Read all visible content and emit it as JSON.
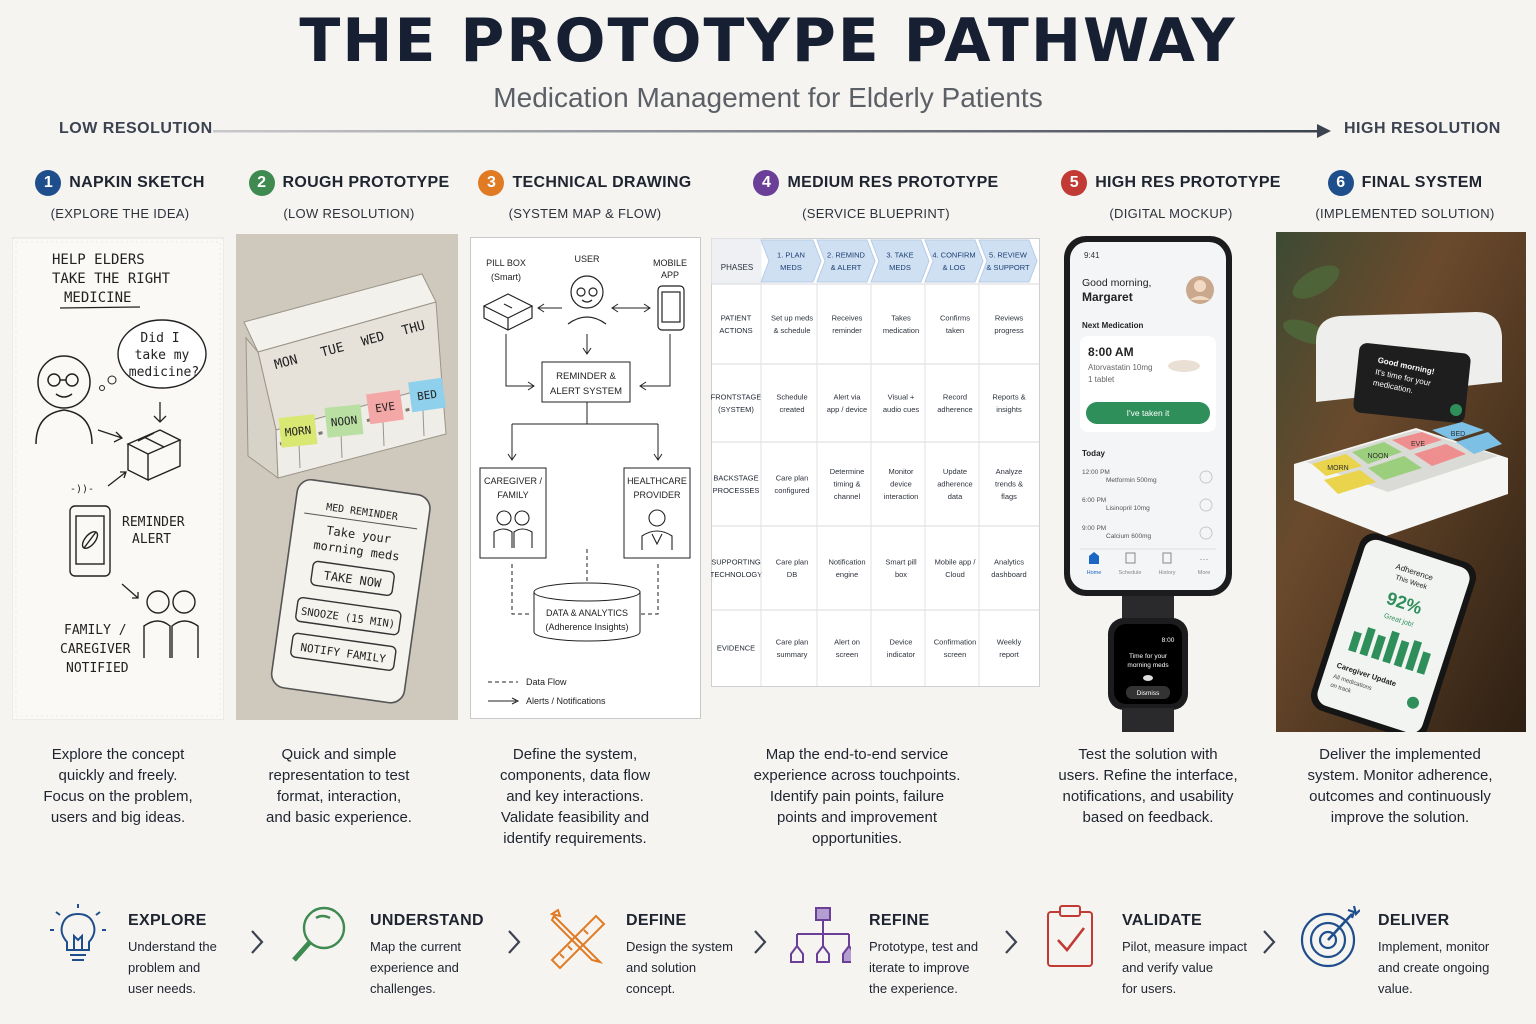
{
  "header": {
    "title": "THE PROTOTYPE PATHWAY",
    "subtitle": "Medication Management for Elderly Patients",
    "low_label": "LOW RESOLUTION",
    "high_label": "HIGH RESOLUTION"
  },
  "stages": [
    {
      "num": "1",
      "title": "NAPKIN SKETCH",
      "sub": "(EXPLORE THE IDEA)",
      "color": "#1f4e8c",
      "desc": [
        "Explore the concept",
        "quickly and freely.",
        "Focus on the problem,",
        "users and big ideas."
      ]
    },
    {
      "num": "2",
      "title": "ROUGH PROTOTYPE",
      "sub": "(LOW RESOLUTION)",
      "color": "#3e8a50",
      "desc": [
        "Quick and simple",
        "representation to test",
        "format, interaction,",
        "and basic experience."
      ]
    },
    {
      "num": "3",
      "title": "TECHNICAL DRAWING",
      "sub": "(SYSTEM MAP & FLOW)",
      "color": "#e07b24",
      "desc": [
        "Define the system,",
        "components, data flow",
        "and key interactions.",
        "Validate feasibility and",
        "identify requirements."
      ]
    },
    {
      "num": "4",
      "title": "MEDIUM RES PROTOTYPE",
      "sub": "(SERVICE BLUEPRINT)",
      "color": "#6b3f97",
      "desc": [
        "Map the end-to-end service",
        "experience across touchpoints.",
        "Identify pain points, failure",
        "points and improvement",
        "opportunities."
      ]
    },
    {
      "num": "5",
      "title": "HIGH RES PROTOTYPE",
      "sub": "(DIGITAL MOCKUP)",
      "color": "#c23a34",
      "desc": [
        "Test the solution with",
        "users. Refine the interface,",
        "notifications, and usability",
        "based on feedback."
      ]
    },
    {
      "num": "6",
      "title": "FINAL SYSTEM",
      "sub": "(IMPLEMENTED SOLUTION)",
      "color": "#1f4e8c",
      "desc": [
        "Deliver the implemented",
        "system. Monitor adherence,",
        "outcomes and continuously",
        "improve the solution."
      ]
    }
  ],
  "napkin": {
    "headline": [
      "HELP ELDERS",
      "TAKE THE RIGHT",
      "MEDICINE"
    ],
    "thought": [
      "Did I",
      "take my",
      "medicine?"
    ],
    "reminder": [
      "REMINDER",
      "ALERT"
    ],
    "family": [
      "FAMILY /",
      "CAREGIVER",
      "NOTIFIED"
    ]
  },
  "rough": {
    "days": [
      "MON",
      "TUE",
      "WED",
      "THU"
    ],
    "slots": [
      "MORN",
      "NOON",
      "EVE",
      "BED"
    ],
    "phone_title": "MED REMINDER",
    "phone_msg": [
      "Take your",
      "morning meds"
    ],
    "buttons": [
      "TAKE NOW",
      "SNOOZE (15 MIN)",
      "NOTIFY FAMILY"
    ]
  },
  "tech": {
    "pillbox": [
      "PILL BOX",
      "(Smart)"
    ],
    "user": "USER",
    "mobile": [
      "MOBILE",
      "APP"
    ],
    "reminder": [
      "REMINDER &",
      "ALERT SYSTEM"
    ],
    "caregiver": [
      "CAREGIVER /",
      "FAMILY"
    ],
    "provider": [
      "HEALTHCARE",
      "PROVIDER"
    ],
    "data": [
      "DATA & ANALYTICS",
      "(Adherence Insights)"
    ],
    "legend_data": "Data Flow",
    "legend_alerts": "Alerts / Notifications"
  },
  "blueprint": {
    "phase_label": "PHASES",
    "phases": [
      [
        "1. PLAN",
        "MEDS"
      ],
      [
        "2. REMIND",
        "& ALERT"
      ],
      [
        "3. TAKE",
        "MEDS"
      ],
      [
        "4. CONFIRM",
        "& LOG"
      ],
      [
        "5. REVIEW",
        "& SUPPORT"
      ]
    ],
    "rows": [
      {
        "label": [
          "PATIENT",
          "ACTIONS"
        ],
        "cells": [
          [
            "Set up meds",
            "& schedule"
          ],
          [
            "Receives",
            "reminder"
          ],
          [
            "Takes",
            "medication"
          ],
          [
            "Confirms",
            "taken"
          ],
          [
            "Reviews",
            "progress"
          ]
        ]
      },
      {
        "label": [
          "FRONTSTAGE",
          "(SYSTEM)"
        ],
        "cells": [
          [
            "Schedule",
            "created"
          ],
          [
            "Alert via",
            "app / device"
          ],
          [
            "Visual +",
            "audio cues"
          ],
          [
            "Record",
            "adherence"
          ],
          [
            "Reports &",
            "insights"
          ]
        ]
      },
      {
        "label": [
          "BACKSTAGE",
          "PROCESSES"
        ],
        "cells": [
          [
            "Care plan",
            "configured"
          ],
          [
            "Determine",
            "timing &",
            "channel"
          ],
          [
            "Monitor",
            "device",
            "interaction"
          ],
          [
            "Update",
            "adherence",
            "data"
          ],
          [
            "Analyze",
            "trends &",
            "flags"
          ]
        ]
      },
      {
        "label": [
          "SUPPORTING",
          "TECHNOLOGY"
        ],
        "cells": [
          [
            "Care plan",
            "DB"
          ],
          [
            "Notification",
            "engine"
          ],
          [
            "Smart pill",
            "box"
          ],
          [
            "Mobile app /",
            "Cloud"
          ],
          [
            "Analytics",
            "dashboard"
          ]
        ]
      },
      {
        "label": [
          "EVIDENCE"
        ],
        "cells": [
          [
            "Care plan",
            "summary"
          ],
          [
            "Alert on",
            "screen"
          ],
          [
            "Device",
            "indicator"
          ],
          [
            "Confirmation",
            "screen"
          ],
          [
            "Weekly",
            "report"
          ]
        ]
      }
    ]
  },
  "mockup": {
    "status_time": "9:41",
    "greeting": "Good morning,",
    "name": "Margaret",
    "next_label": "Next Medication",
    "next_time": "8:00 AM",
    "next_drug": "Atorvastatin 10mg",
    "next_dose": "1 tablet",
    "taken_button": "I've taken it",
    "today_label": "Today",
    "today_items": [
      {
        "time": "12:00 PM",
        "drug": "Metformin 500mg"
      },
      {
        "time": "6:00 PM",
        "drug": "Lisinopril 10mg"
      },
      {
        "time": "9:00 PM",
        "drug": "Calcium 600mg"
      }
    ],
    "nav": [
      "Home",
      "Schedule",
      "History",
      "More"
    ],
    "watch_time": "8:00",
    "watch_msg": [
      "Time for your",
      "morning meds"
    ],
    "watch_button": "Dismiss"
  },
  "final": {
    "box_msg": [
      "Good morning!",
      "It's time for your",
      "medication."
    ],
    "box_slots": [
      "MORN",
      "NOON",
      "EVE",
      "BED"
    ],
    "phone_title": [
      "Adherence",
      "This Week"
    ],
    "phone_pct": "92%",
    "phone_sub": "Great job!",
    "phone_update": "Caregiver Update",
    "phone_update_sub": [
      "All medications",
      "on track"
    ]
  },
  "steps": [
    {
      "title": "EXPLORE",
      "text": [
        "Understand the",
        "problem and",
        "user needs."
      ],
      "icon": "lightbulb-icon",
      "color": "#1f4e8c"
    },
    {
      "title": "UNDERSTAND",
      "text": [
        "Map the current",
        "experience and",
        "challenges."
      ],
      "icon": "magnifier-icon",
      "color": "#3e8a50"
    },
    {
      "title": "DEFINE",
      "text": [
        "Design the system",
        "and solution",
        "concept."
      ],
      "icon": "pencil-ruler-icon",
      "color": "#e07b24"
    },
    {
      "title": "REFINE",
      "text": [
        "Prototype, test and",
        "iterate to improve",
        "the experience."
      ],
      "icon": "hierarchy-icon",
      "color": "#6b3f97"
    },
    {
      "title": "VALIDATE",
      "text": [
        "Pilot, measure impact",
        "and verify value",
        "for users."
      ],
      "icon": "clipboard-check-icon",
      "color": "#c23a34"
    },
    {
      "title": "DELIVER",
      "text": [
        "Implement, monitor",
        "and create ongoing",
        "value."
      ],
      "icon": "target-icon",
      "color": "#1f4e8c"
    }
  ]
}
